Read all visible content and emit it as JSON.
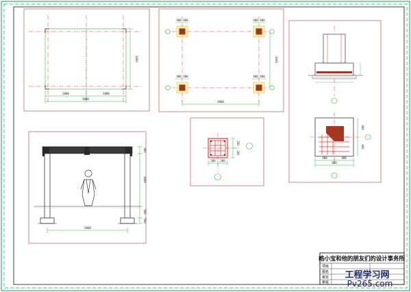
{
  "colors": {
    "frame": "#00a651",
    "panel_border": "#b86b6b",
    "axis_red": "#e0322b",
    "dim_green": "#2fb34a",
    "column_fill": "#a3361f",
    "dark_member": "#333333",
    "watermark": "#1c2a6b"
  },
  "plan_a": {
    "dims_bottom": [
      "2000",
      "2000"
    ],
    "dim_total": "4000",
    "dim_right": "3000"
  },
  "plan_b": {
    "col_dims_top": [
      "400",
      "400"
    ],
    "dim_right": "3000",
    "dim_bottom": "4000"
  },
  "elevation": {
    "dim_total": "4000",
    "dims_right": [
      "400",
      "3000",
      "500",
      "500"
    ]
  },
  "column_detail": {
    "dims_bottom": [
      "200",
      "200"
    ],
    "dims_right": [
      "200",
      "200"
    ]
  },
  "footing_plan": {
    "dims_bottom": [
      "400",
      "400"
    ],
    "dim_total": "800",
    "dims_right": [
      "400",
      "400"
    ]
  },
  "title_block": {
    "firm": "皓小宝和他的朋友们的设计事务所",
    "rows": [
      "项目",
      "图名",
      "审定",
      "审核"
    ]
  },
  "watermark": {
    "line1": "工程学习网",
    "line2": "Pv265.com"
  }
}
